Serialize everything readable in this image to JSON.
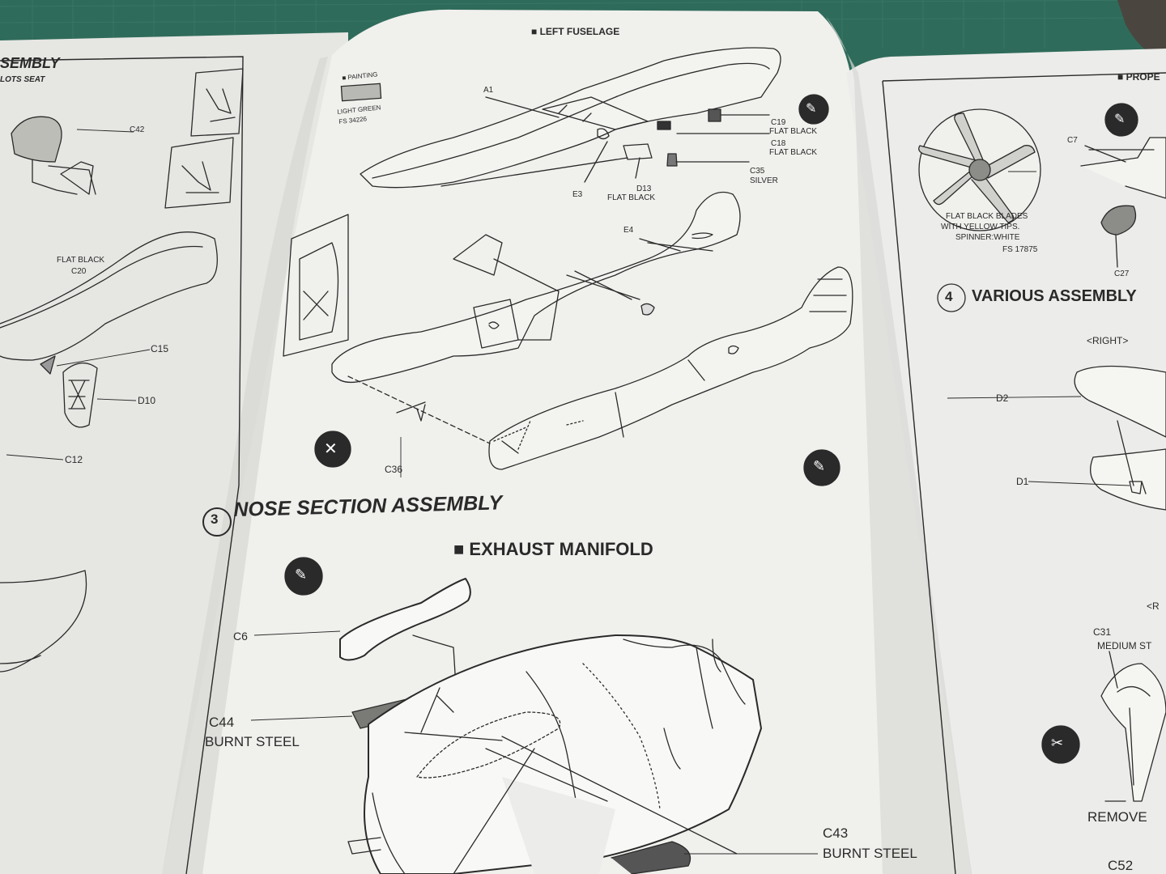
{
  "left_page": {
    "title": "SEMBLY",
    "subtitle": "LOTS SEAT",
    "labels": [
      "C42",
      "FLAT BLACK",
      "C20",
      "C15",
      "D10",
      "C12"
    ]
  },
  "center_page": {
    "header": "LEFT FUSELAGE",
    "painting_box": {
      "title": "PAINTING",
      "color_name": "LIGHT GREEN",
      "fs": "FS 34226"
    },
    "parts_top": {
      "a1": "A1",
      "c19": "C19",
      "c19_color": "FLAT BLACK",
      "c18": "C18",
      "c18_color": "FLAT BLACK",
      "c35": "C35",
      "c35_color": "SILVER",
      "d13": "D13",
      "d13_color": "FLAT BLACK",
      "e3": "E3",
      "e4": "E4",
      "c36": "C36"
    },
    "step3": {
      "number": "3",
      "title": "NOSE SECTION ASSEMBLY",
      "sub": "EXHAUST MANIFOLD",
      "c6": "C6",
      "c44": "C44",
      "c44_color": "BURNT STEEL",
      "c43": "C43",
      "c43_color": "BURNT STEEL"
    }
  },
  "right_page": {
    "header": "PROPE",
    "prop_caption": [
      "FLAT BLACK BLADES",
      "WITH YELLOW TIPS.",
      "SPINNER:WHITE",
      "FS 17875"
    ],
    "c7": "C7",
    "c27": "C27",
    "step4": {
      "number": "4",
      "title": "VARIOUS ASSEMBLY"
    },
    "right_tag": "<RIGHT>",
    "d2": "D2",
    "d1": "D1",
    "r_tag": "<R",
    "c31": "C31",
    "c31_color": "MEDIUM ST",
    "remove": "REMOVE",
    "c52": "C52"
  },
  "colors": {
    "paper": "#f1f1ee",
    "ink": "#2a2a2a",
    "mat": "#2f6b5a"
  }
}
